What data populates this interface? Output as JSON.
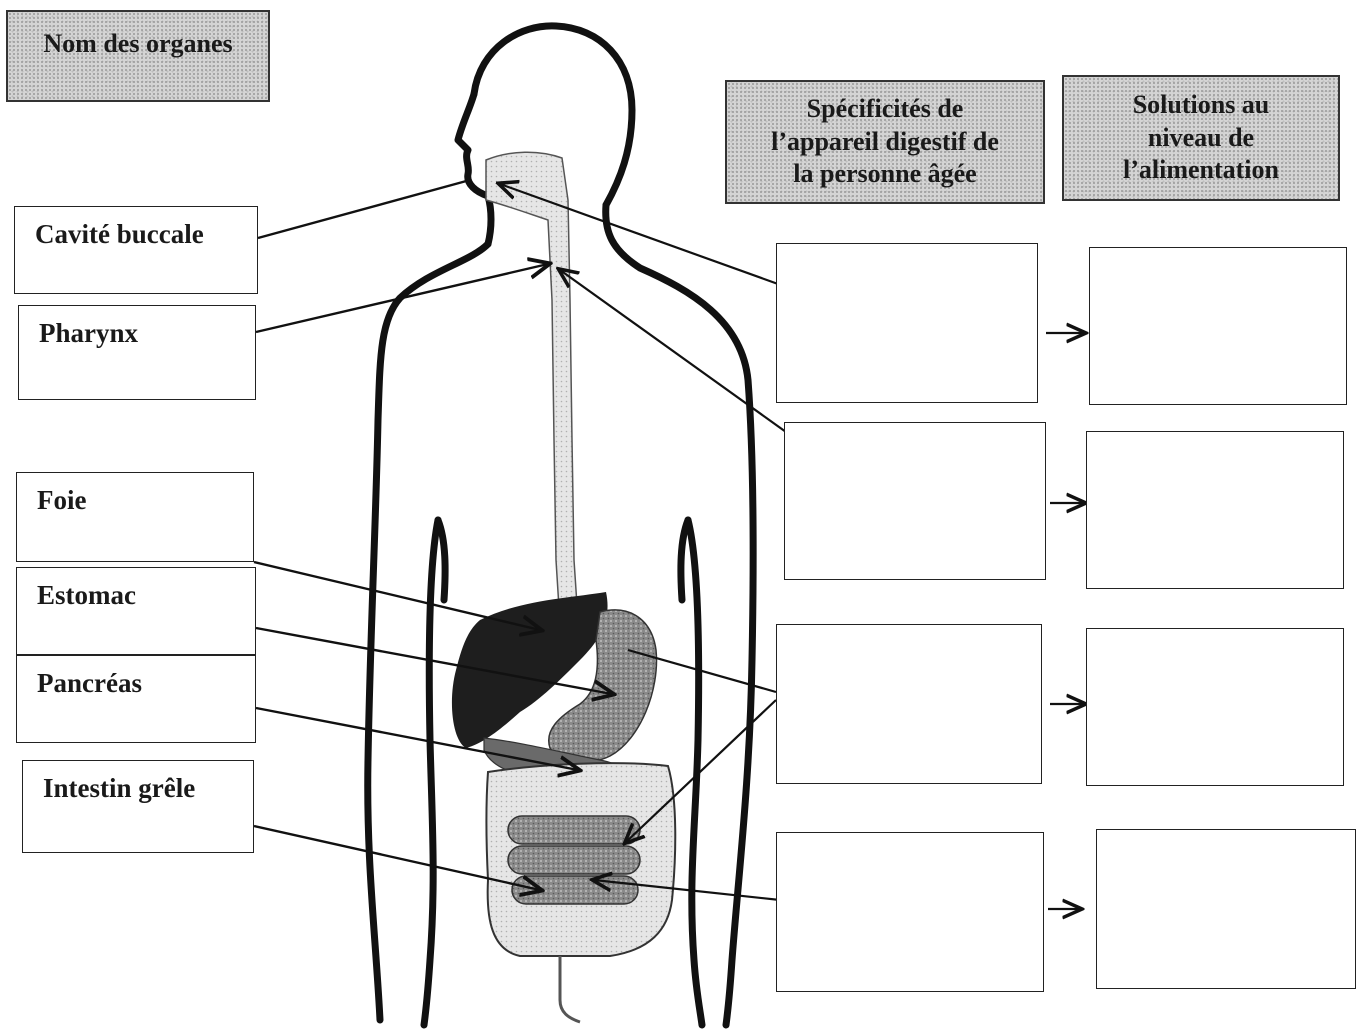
{
  "title": "Nom des organes",
  "headers": {
    "specificities": "Spécificités de\nl’appareil digestif de\nla personne âgée",
    "solutions": "Solutions au\nniveau de\nl’alimentation"
  },
  "organs": [
    "Cavité buccale",
    "Pharynx",
    "Foie",
    "Estomac",
    "Pancréas",
    "Intestin grêle"
  ],
  "answer_rows": 4,
  "arrow_glyph": "→",
  "colors": {
    "outline": "#111111",
    "header_fill": "#d4d4d4",
    "organ_dark": "#1e1e1e",
    "organ_mid": "#7a7a7a",
    "organ_light": "#d8d8d8"
  }
}
